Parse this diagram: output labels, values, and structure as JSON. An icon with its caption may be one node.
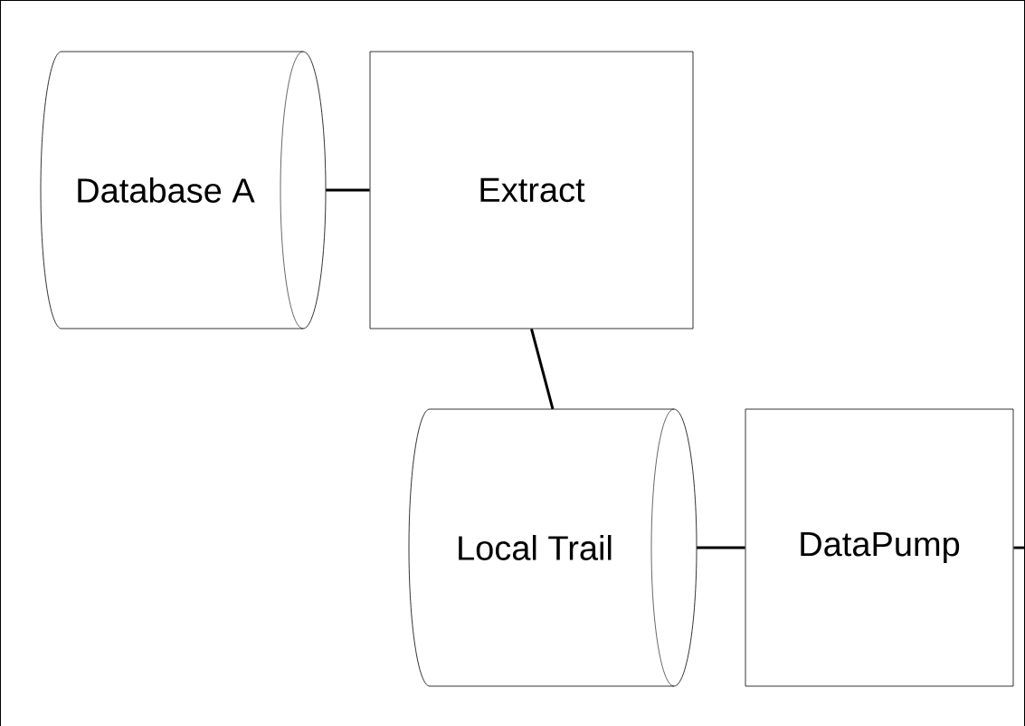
{
  "diagram": {
    "nodes": [
      {
        "text": [
          "Database A"
        ]
      },
      {
        "text": [
          "Extract"
        ]
      },
      {
        "text": [
          "Local Trail"
        ]
      },
      {
        "text": [
          "DataPump"
        ]
      }
    ],
    "edges": [
      {
        "from": 0,
        "to": 1,
        "arrow": "none"
      },
      {
        "from": 1,
        "to": 2,
        "arrow": "none"
      },
      {
        "from": 2,
        "to": 3,
        "arrow": "none"
      },
      {
        "from": 3,
        "to": null,
        "arrow": "none"
      }
    ]
  }
}
